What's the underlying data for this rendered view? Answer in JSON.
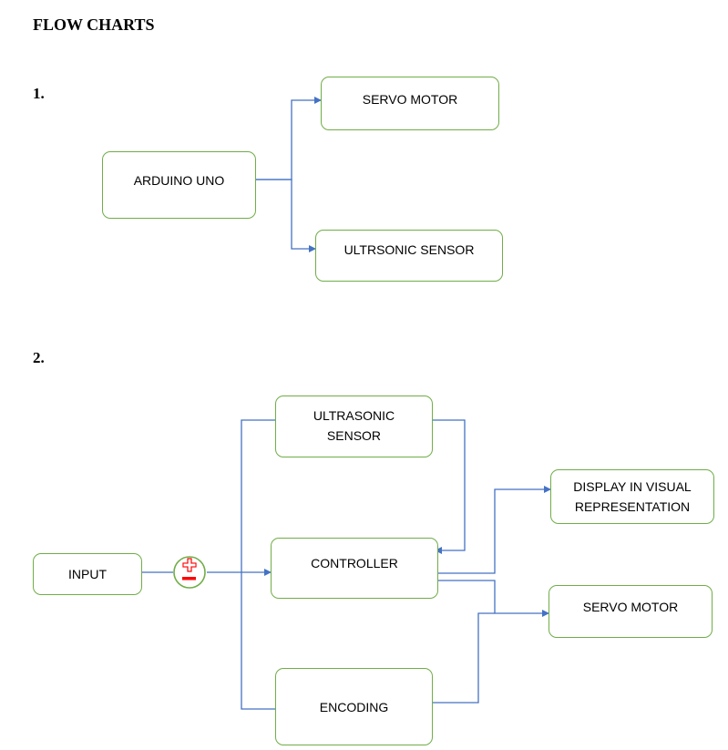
{
  "page": {
    "title": "FLOW CHARTS"
  },
  "chart1": {
    "number": "1.",
    "boxes": {
      "arduino": "ARDUINO UNO",
      "servo": "SERVO MOTOR",
      "ultrasonic": "ULTRSONIC SENSOR"
    }
  },
  "chart2": {
    "number": "2.",
    "boxes": {
      "input": "INPUT",
      "ultrasonic": "ULTRASONIC\nSENSOR",
      "controller": "CONTROLLER",
      "encoding": "ENCODING",
      "display": "DISPLAY IN VISUAL\nREPRESENTATION",
      "servo": "SERVO MOTOR"
    },
    "summing_junction": {
      "symbols": "+ / −"
    }
  },
  "colors": {
    "box_border": "#70ad47",
    "connector": "#4472c4",
    "junction_border": "#70ad47",
    "junction_symbol": "#ff0000"
  }
}
